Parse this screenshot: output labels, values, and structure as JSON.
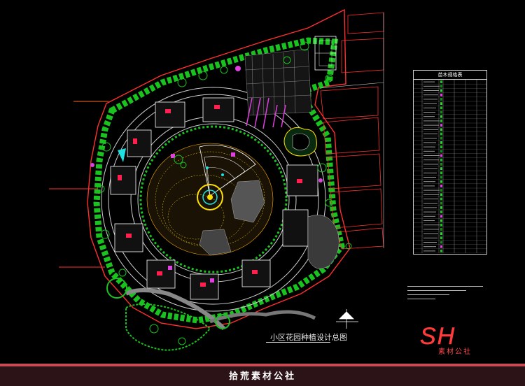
{
  "drawing": {
    "title": "小区花园种植设计总图",
    "table_heading": "苗木规格表",
    "table_rows": 40
  },
  "logo": {
    "letters": "SH",
    "subtitle": "素材公社",
    "color": "#ff3b3b"
  },
  "footer": {
    "text": "拾荒素材公社",
    "bar_color": "#c94a57",
    "bg_color": "#2b1317"
  },
  "colors": {
    "background": "#000000",
    "planting": "#19c21f",
    "boundary": "#ff3030",
    "roads": "#cfcfcf",
    "accent_magenta": "#e040e0",
    "accent_yellow": "#ffe000",
    "accent_cyan": "#20e0e0"
  }
}
